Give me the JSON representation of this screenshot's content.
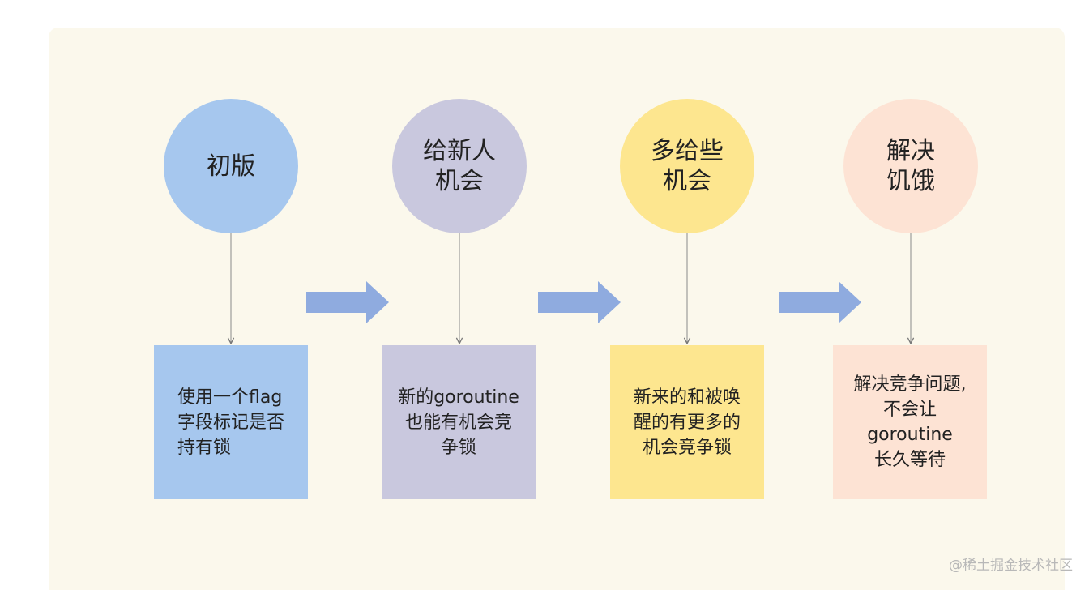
{
  "stages": [
    {
      "title": "初版",
      "description": "使用一个flag\n字段标记是否\n持有锁",
      "circle_color": "#a6c7ee",
      "box_color": "#a6c7ee"
    },
    {
      "title": "给新人\n机会",
      "description": "新的goroutine\n也能有机会竞\n争锁",
      "circle_color": "#c9c8de",
      "box_color": "#c9c8de"
    },
    {
      "title": "多给些\n机会",
      "description": "新来的和被唤\n醒的有更多的\n机会竞争锁",
      "circle_color": "#fde68f",
      "box_color": "#fde68f"
    },
    {
      "title": "解决\n饥饿",
      "description": "解决竞争问题,\n不会让\ngoroutine\n长久等待",
      "circle_color": "#fde3d4",
      "box_color": "#fde3d4"
    }
  ],
  "arrow_color": "#8fabdf",
  "watermark": "@稀土掘金技术社区"
}
